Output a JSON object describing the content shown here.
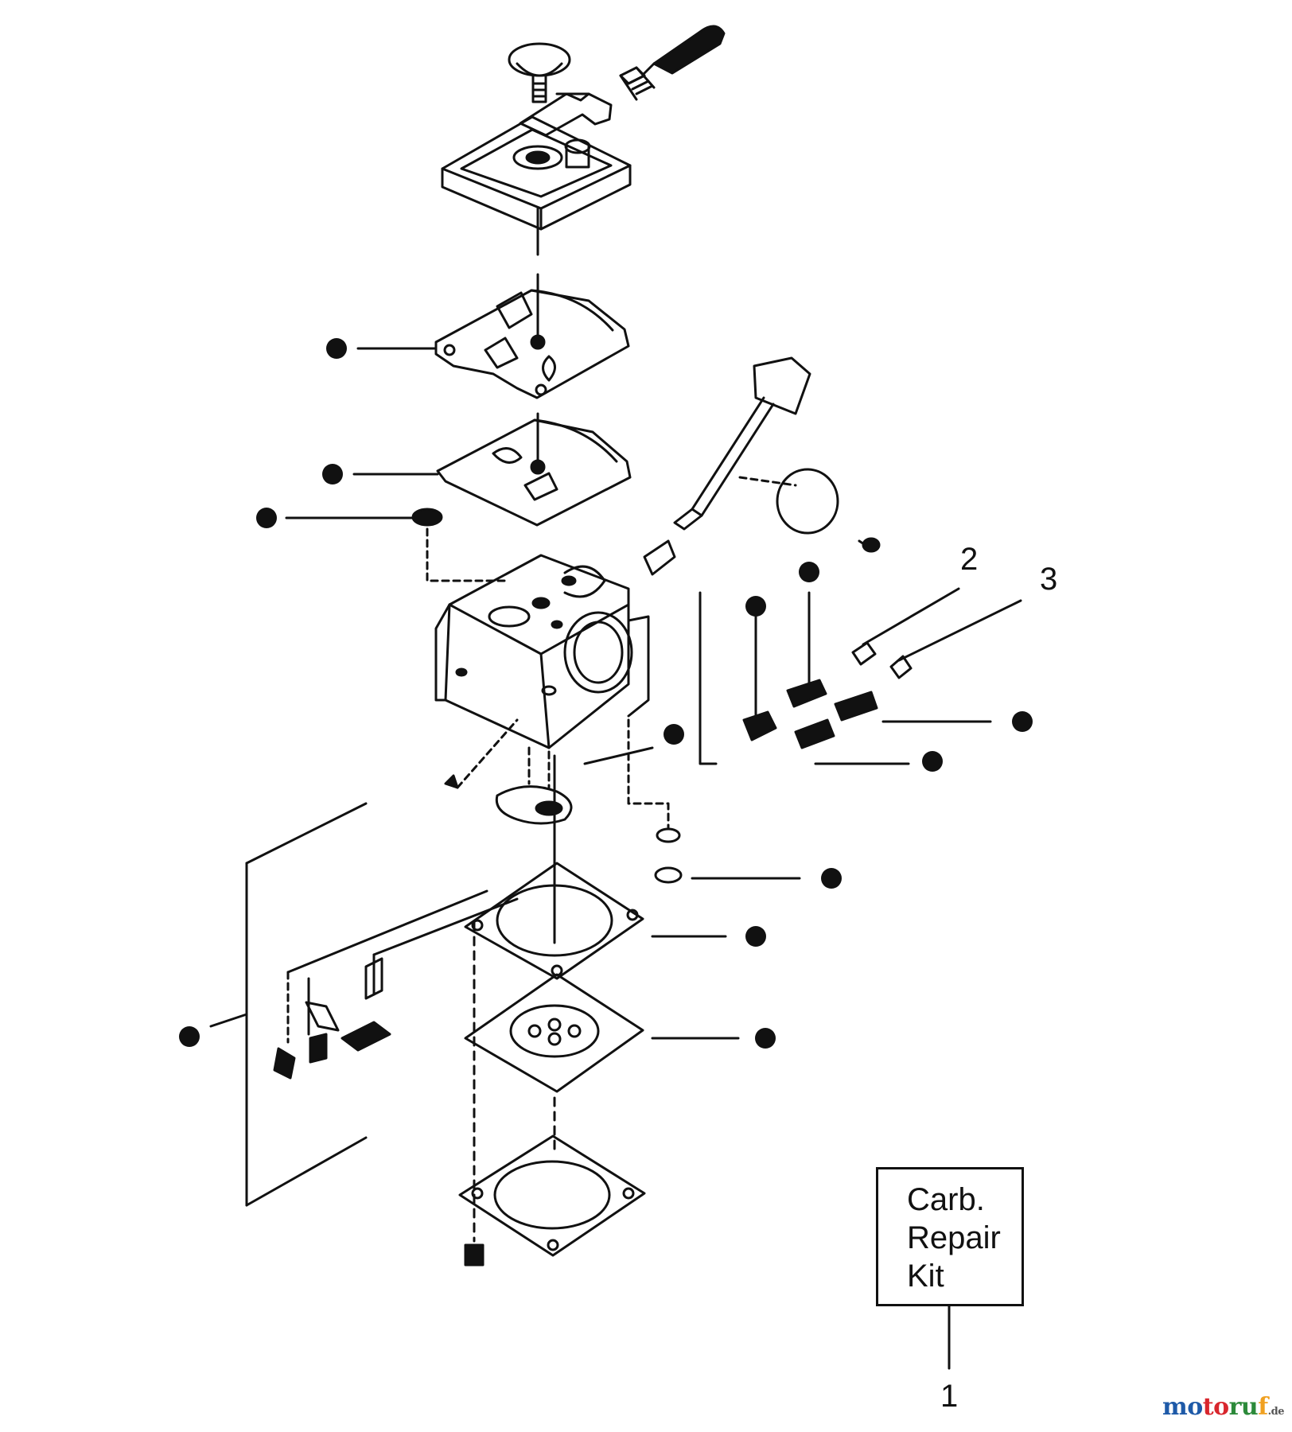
{
  "callouts": {
    "part_2": "2",
    "part_3": "3",
    "part_1": "1"
  },
  "kit_box": {
    "line1": "Carb.",
    "line2": "Repair",
    "line3": "Kit"
  },
  "watermark": {
    "brand": "motoruf",
    "suffix": ".de"
  },
  "colors": {
    "ink": "#111111",
    "background": "#ffffff"
  }
}
